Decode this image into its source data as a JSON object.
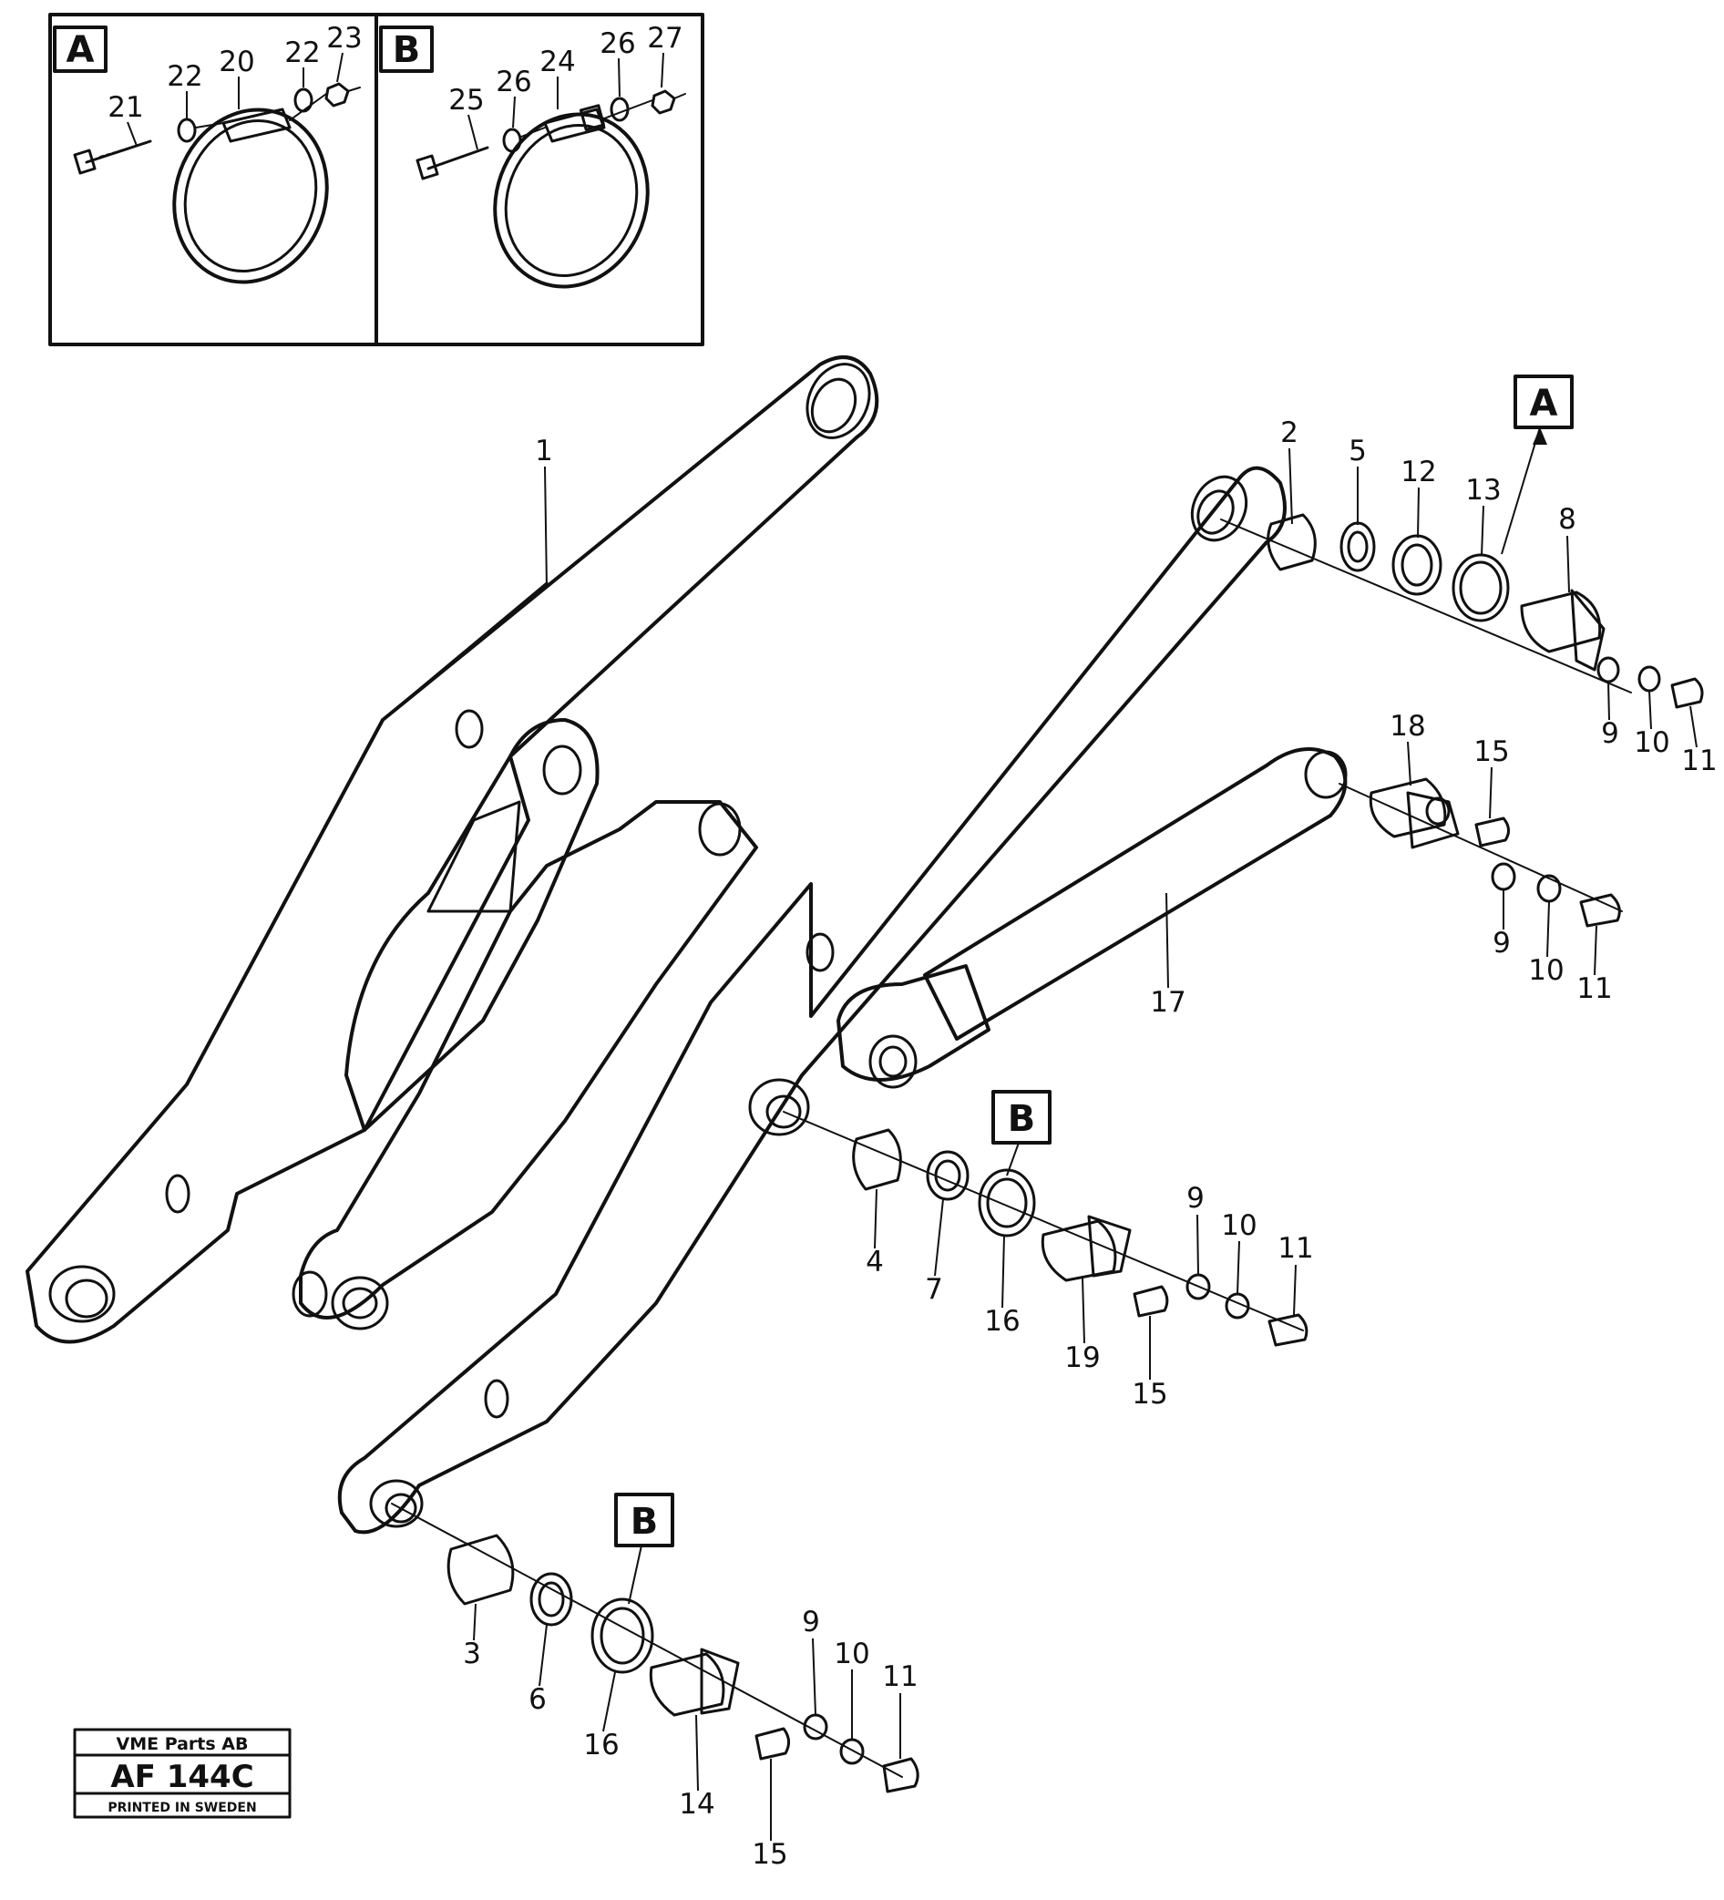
{
  "inset_a": {
    "letter": "A",
    "callouts": [
      "21",
      "22",
      "20",
      "22",
      "23"
    ]
  },
  "inset_b": {
    "letter": "B",
    "callouts": [
      "25",
      "26",
      "24",
      "26",
      "27"
    ]
  },
  "detail_refs": {
    "a": "A",
    "b_middle": "B",
    "b_lower": "B"
  },
  "callouts": {
    "p1": "1",
    "p2": "2",
    "p5": "5",
    "p12": "12",
    "p13": "13",
    "p8": "8",
    "p9a": "9",
    "p10a": "10",
    "p11a": "11",
    "p18": "18",
    "p15a": "15",
    "p9b": "9",
    "p10b": "10",
    "p11b": "11",
    "p17": "17",
    "p4": "4",
    "p7": "7",
    "p16a": "16",
    "p19": "19",
    "p15b": "15",
    "p9c": "9",
    "p10c": "10",
    "p11c": "11",
    "p3": "3",
    "p6": "6",
    "p16b": "16",
    "p14": "14",
    "p15c": "15",
    "p9d": "9",
    "p10d": "10",
    "p11d": "11"
  },
  "stamp": {
    "company": "VME Parts AB",
    "code": "AF 144C",
    "printed": "PRINTED IN SWEDEN"
  }
}
